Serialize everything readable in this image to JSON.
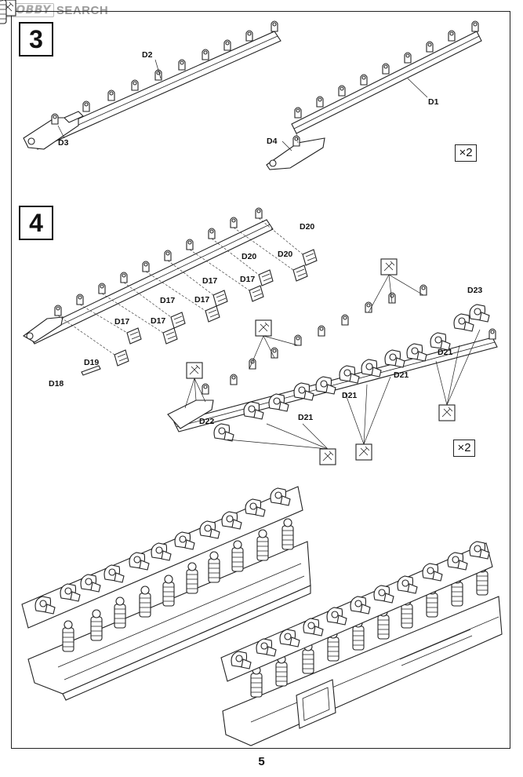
{
  "watermark": {
    "logo": "HOBBY",
    "text": "SEARCH"
  },
  "steps": [
    {
      "number": "3",
      "multiplier": "×2"
    },
    {
      "number": "4",
      "multiplier": "×2"
    }
  ],
  "step3_labels": {
    "d1": "D1",
    "d2": "D2",
    "d3": "D3",
    "d4": "D4"
  },
  "step4_labels": {
    "d17": "D17",
    "d18": "D18",
    "d19": "D19",
    "d20": "D20",
    "d21": "D21",
    "d22": "D22",
    "d23": "D23"
  },
  "icons": {
    "cement": "cement-icon"
  },
  "page_number": "5"
}
